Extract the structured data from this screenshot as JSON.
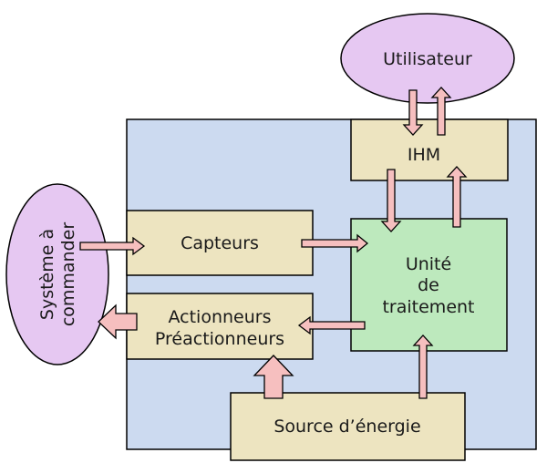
{
  "colors": {
    "system_bg": "#ccdaf0",
    "block_tan": "#ede4c0",
    "block_green": "#bde9bd",
    "ellipse_violet": "#e6c8f2",
    "arrow_pink": "#f6bfbf",
    "stroke": "#000000"
  },
  "nodes": {
    "utilisateur": "Utilisateur",
    "ihm": "IHM",
    "capteurs": "Capteurs",
    "unite_line1": "Unité",
    "unite_line2": "de",
    "unite_line3": "traitement",
    "actionneurs_line1": "Actionneurs",
    "actionneurs_line2": "Préactionneurs",
    "source": "Source d’énergie",
    "systeme_line1": "Système à",
    "systeme_line2": "commander"
  }
}
